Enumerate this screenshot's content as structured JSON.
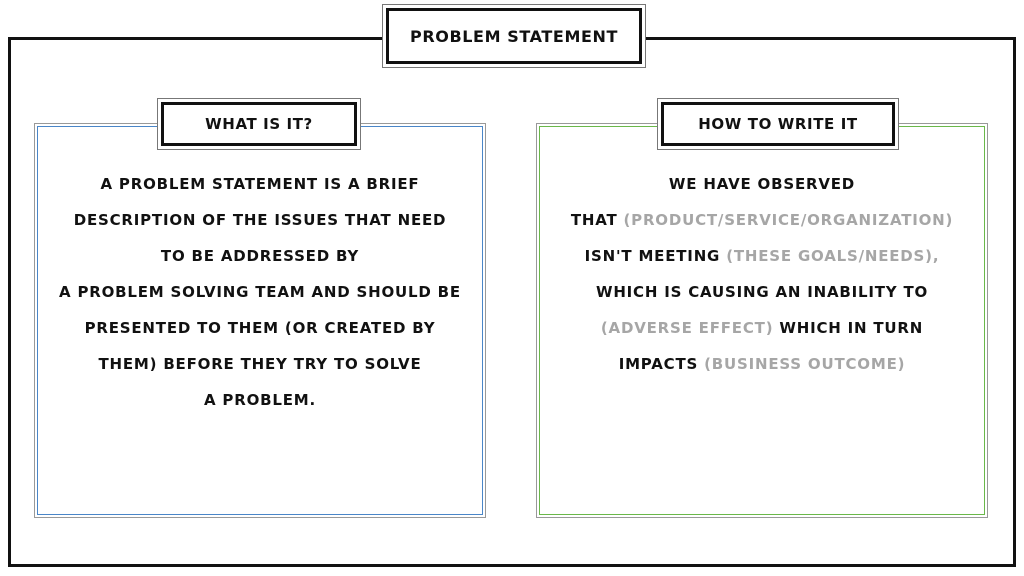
{
  "main_title": "PROBLEM STATEMENT",
  "left_panel": {
    "title": "WHAT IS IT?",
    "lines": [
      "A PROBLEM STATEMENT IS A BRIEF",
      "DESCRIPTION OF THE ISSUES THAT NEED",
      "TO BE ADDRESSED BY",
      "A PROBLEM SOLVING TEAM AND SHOULD BE",
      "PRESENTED TO THEM (OR CREATED BY",
      "THEM) BEFORE THEY TRY TO SOLVE",
      "A PROBLEM."
    ]
  },
  "right_panel": {
    "title": "HOW TO WRITE IT",
    "line1": "WE HAVE OBSERVED",
    "line2_a": "THAT ",
    "line2_b": "(PRODUCT/SERVICE/ORGANIZATION)",
    "line3_a": "ISN'T MEETING ",
    "line3_b": "(THESE GOALS/NEEDS),",
    "line4": "WHICH IS CAUSING AN INABILITY TO",
    "line5_a": "(ADVERSE EFFECT)",
    "line5_b": " WHICH IN TURN",
    "line6_a": "IMPACTS ",
    "line6_b": "(BUSINESS OUTCOME)"
  },
  "colors": {
    "left_panel_border": "#4a86c8",
    "right_panel_border": "#6ab84a",
    "placeholder_text": "#a6a6a6"
  }
}
